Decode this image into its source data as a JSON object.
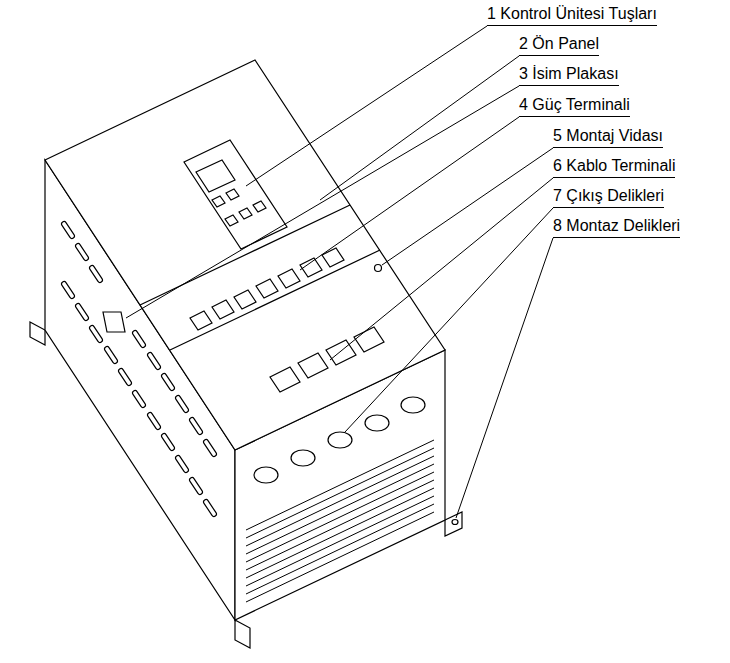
{
  "diagram": {
    "labels": [
      "1 Kontrol Ünitesi Tuşları",
      "2 Ön Panel",
      "3 İsim Plakası",
      "4 Güç Terminali",
      "5 Montaj Vidası",
      "6 Kablo Terminali",
      "7 Çıkış Delikleri",
      "8 Montaz Delikleri"
    ]
  }
}
